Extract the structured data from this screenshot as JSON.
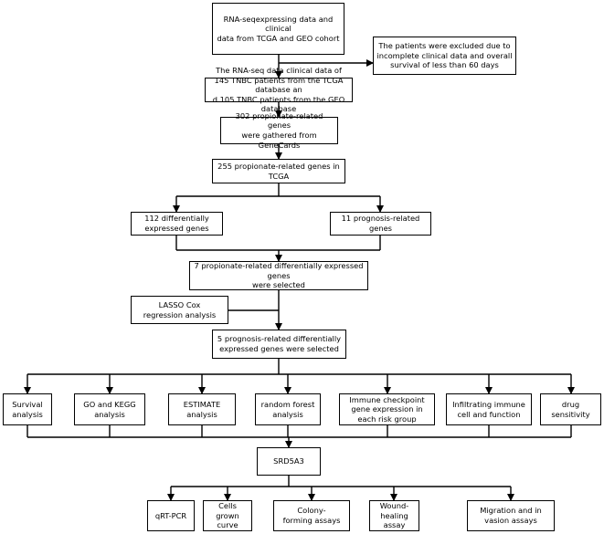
{
  "boxes": {
    "data_source": "RNA-seqexpressing data and clinical\ndata from TCGA and GEO cohort",
    "excluded": "The patients were excluded due to\nincomplete clinical data and overall\nsurvival of less than 60 days",
    "patients": "The RNA-seq data clinical data of\n145 TNBC patients from the TCGA database an\nd 105 TNBC patients from the GEO database",
    "genecards": "302 propionate-related genes\nwere gathered from GeneCards",
    "tcga_genes": "255 propionate-related genes in TCGA",
    "degs": "112 differentially\nexpressed genes",
    "prognosis": "11 prognosis-related\ngenes",
    "selected7": "7 propionate-related differentially expressed genes\nwere selected",
    "lasso": "LASSO Cox\nregression analysis",
    "selected5": "5 prognosis-related differentially\nexpressed genes were selected",
    "survival": "Survival\nanalysis",
    "go_kegg": "GO and KEGG\nanalysis",
    "estimate": "ESTIMATE\nanalysis",
    "random_forest": "random forest\nanalysis",
    "checkpoint": "Immune checkpoint\ngene expression in\neach risk group",
    "infiltrating": "Infiltrating immune\ncell and function",
    "drug": "drug sensitivity",
    "srd5a3": "SRD5A3",
    "qrt_pcr": "qRT-PCR",
    "cells_growth": "Cells grown\ncurve",
    "colony": "Colony-\nforming assays",
    "wound": "Wound-\nhealing assay",
    "migration": "Migration and in\nvasion assays"
  }
}
